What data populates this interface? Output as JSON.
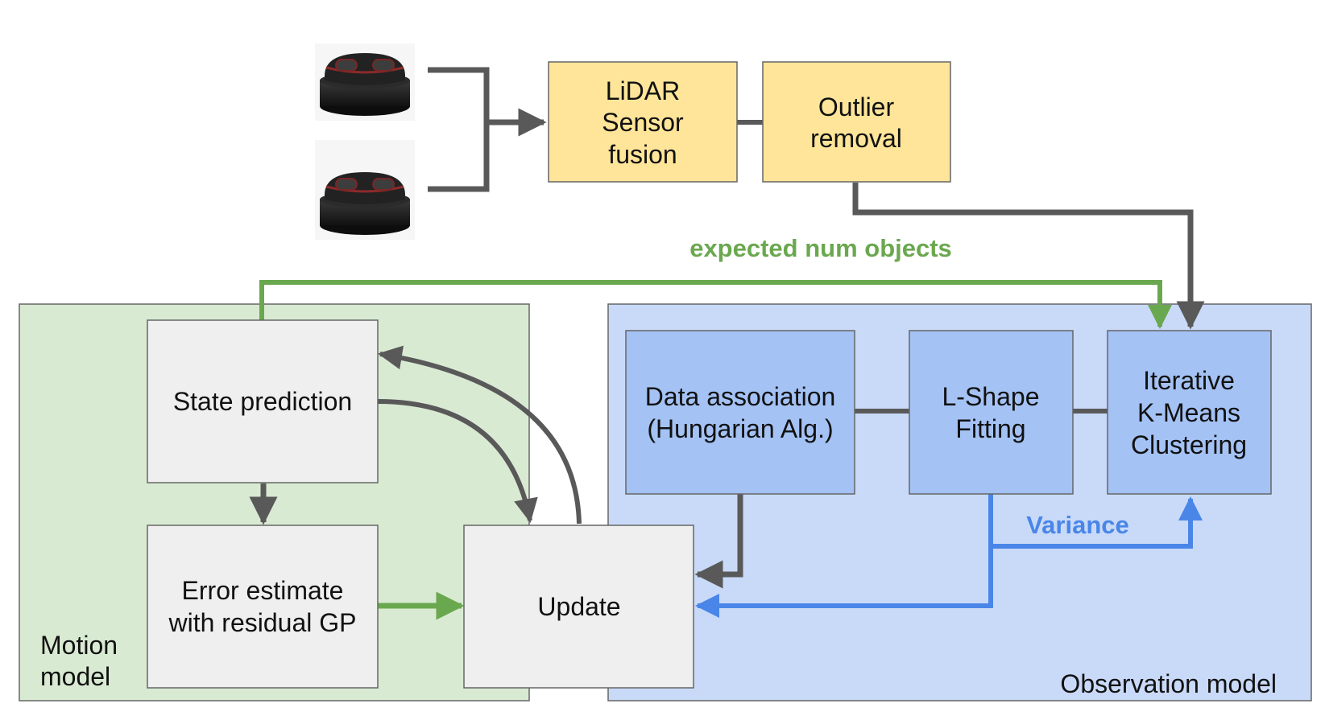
{
  "regions": {
    "motion_model": {
      "line1": "Motion",
      "line2": "model"
    },
    "observation_model": {
      "label": "Observation model"
    }
  },
  "boxes": {
    "lidar_fusion": {
      "line1": "LiDAR",
      "line2": "Sensor",
      "line3": "fusion"
    },
    "outlier_removal": {
      "line1": "Outlier",
      "line2": "removal"
    },
    "state_prediction": {
      "label": "State prediction"
    },
    "error_estimate": {
      "line1": "Error estimate",
      "line2": "with residual GP"
    },
    "update": {
      "label": "Update"
    },
    "data_association": {
      "line1": "Data association",
      "line2": "(Hungarian Alg.)"
    },
    "l_shape": {
      "line1": "L-Shape",
      "line2": "Fitting"
    },
    "kmeans": {
      "line1": "Iterative",
      "line2": "K-Means",
      "line3": "Clustering"
    }
  },
  "edge_labels": {
    "expected_num_objects": "expected num objects",
    "variance": "Variance"
  },
  "colors": {
    "motion_region_fill": "#d9ead3",
    "observation_region_fill": "#c9daf8",
    "yellow_box_fill": "#ffe599",
    "grey_box_fill": "#efefef",
    "blue_box_fill": "#a4c2f4",
    "dark_arrow": "#595959",
    "green_arrow": "#6aa84f",
    "blue_arrow": "#4a86e8"
  },
  "icons": [
    "lidar-sensor-icon",
    "lidar-sensor-icon"
  ]
}
